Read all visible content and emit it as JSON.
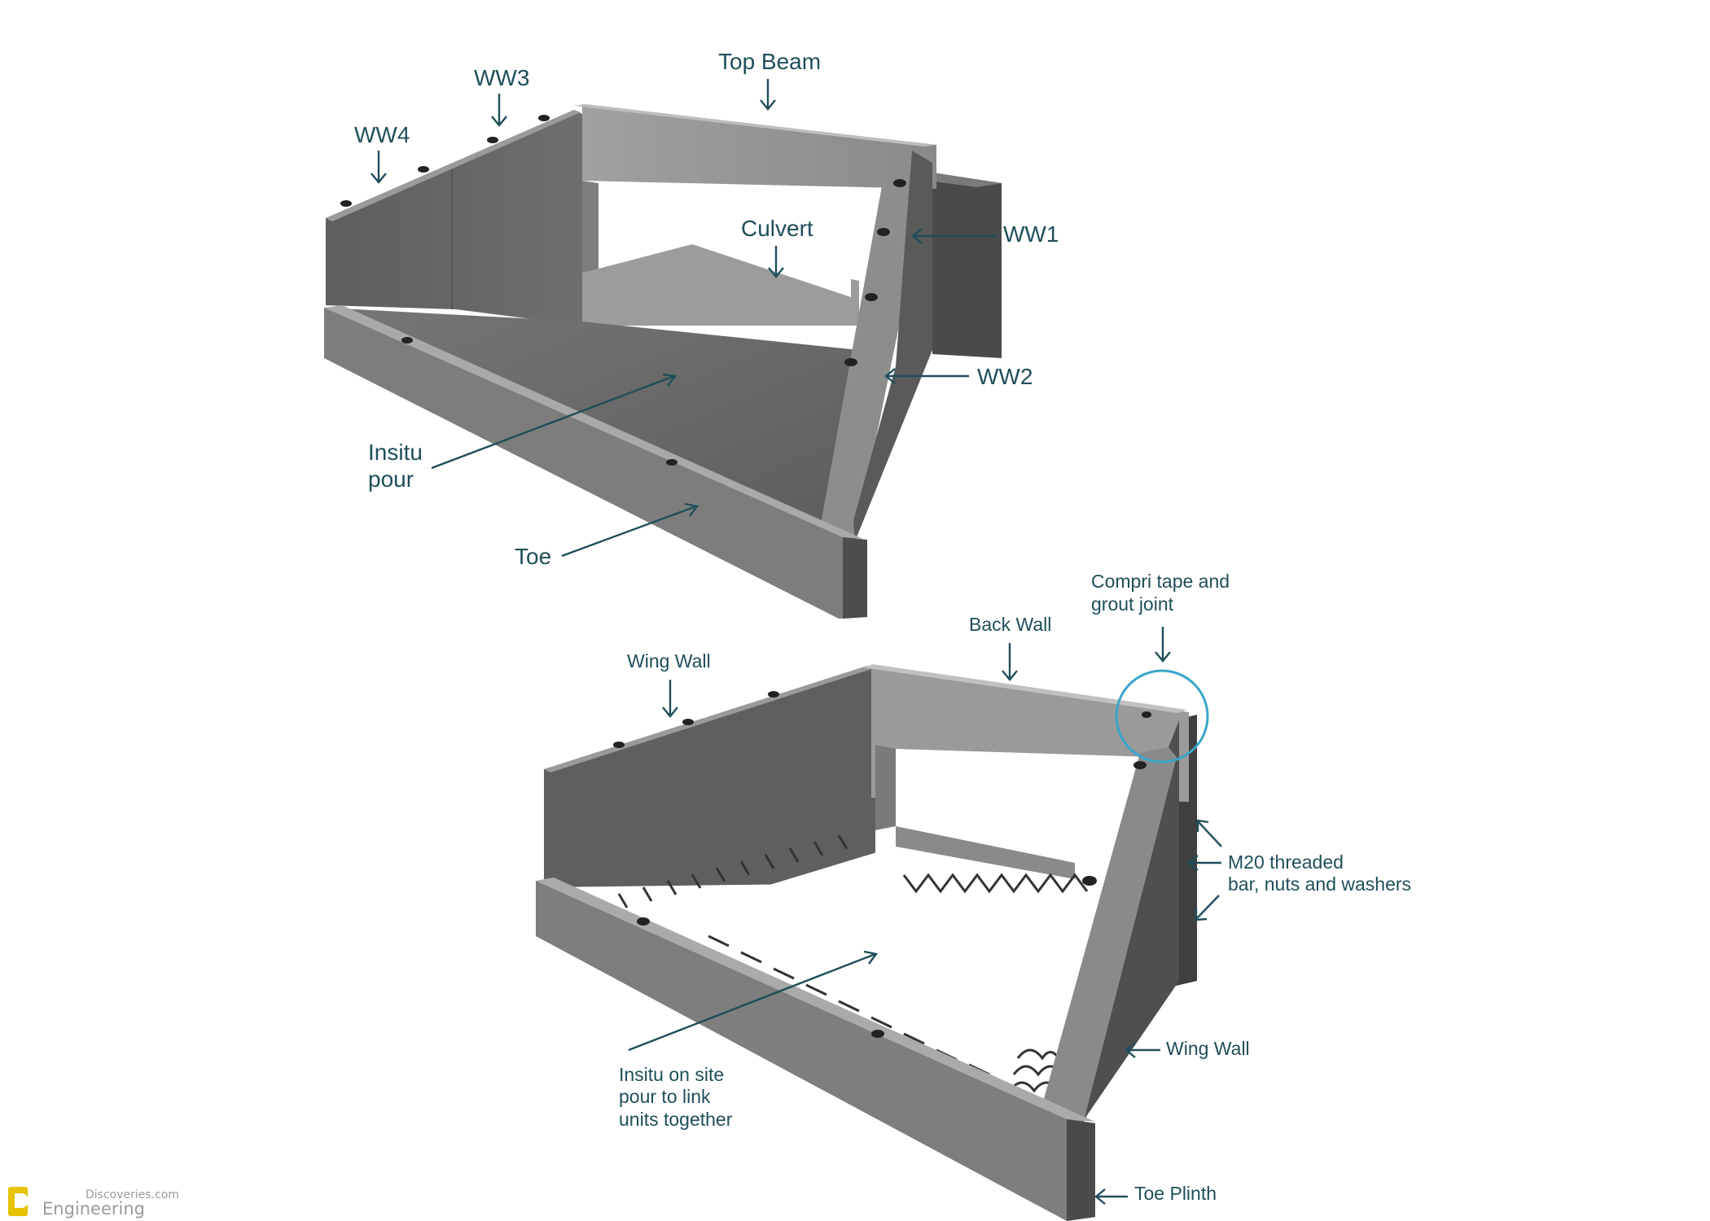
{
  "diagram_top": {
    "labels": {
      "ww3": "WW3",
      "top_beam": "Top Beam",
      "ww4": "WW4",
      "culvert": "Culvert",
      "ww1": "WW1",
      "ww2": "WW2",
      "insitu_1": "Insitu",
      "insitu_2": "pour",
      "toe": "Toe"
    }
  },
  "diagram_bottom": {
    "labels": {
      "compri_1": "Compri tape and",
      "compri_2": "grout joint",
      "back_wall": "Back Wall",
      "wing_wall_left": "Wing Wall",
      "m20_1": "M20 threaded",
      "m20_2": "bar, nuts and washers",
      "wing_wall_right": "Wing Wall",
      "insitu_1": "Insitu on site",
      "insitu_2": "pour to link",
      "insitu_3": "units together",
      "toe_plinth": "Toe Plinth"
    }
  },
  "logo": {
    "line1": "Discoveries.com",
    "line2": "Engineering"
  },
  "colors": {
    "label": "#1f4e5a",
    "highlight_circle": "#3aa6c9",
    "concrete_light": "#8f8f8f",
    "concrete_dark": "#4e4e4e"
  }
}
